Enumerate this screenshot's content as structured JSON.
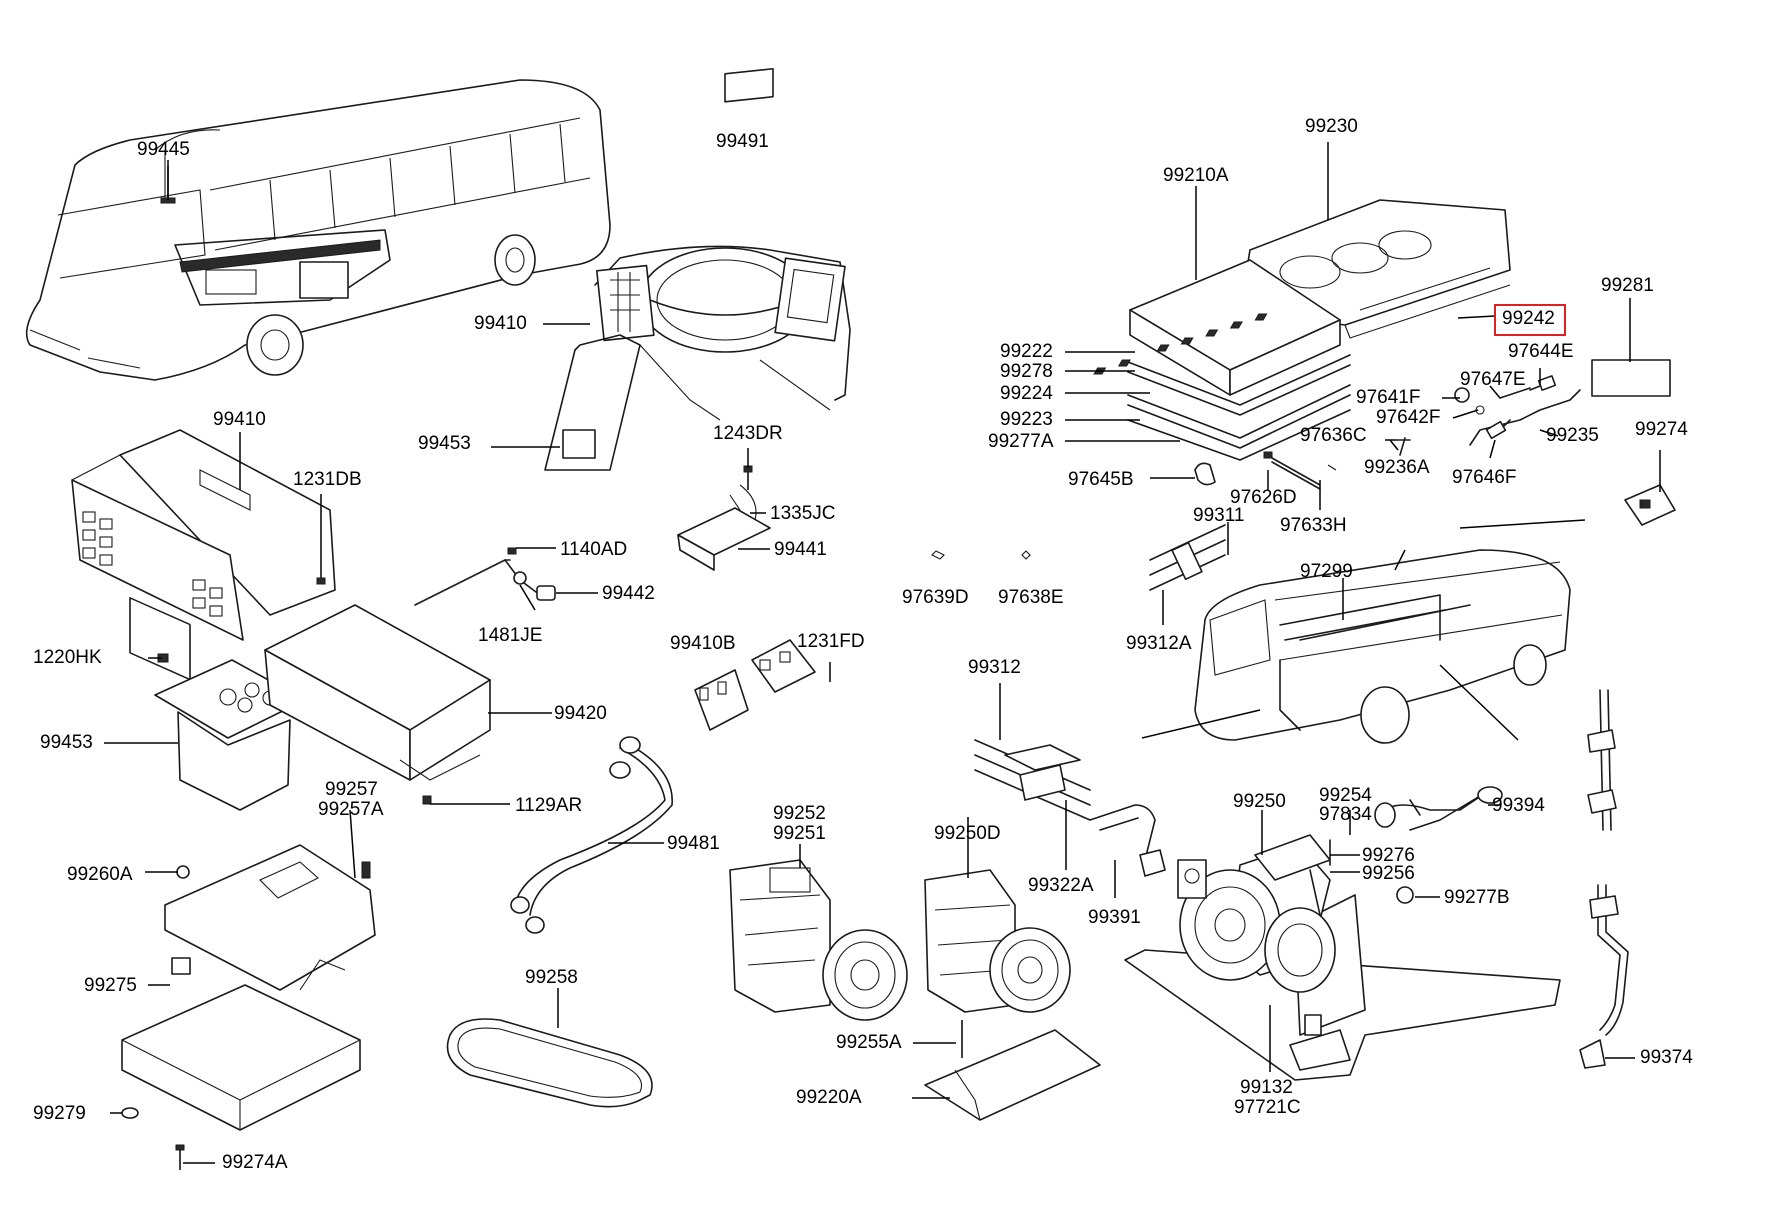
{
  "diagram": {
    "highlight_color": "#e02020",
    "highlighted_part": "99242",
    "parts": [
      "99445",
      "99491",
      "99410",
      "99453",
      "99410",
      "1231DB",
      "1243DR",
      "1335JC",
      "99441",
      "1140AD",
      "99442",
      "1481JE",
      "1220HK",
      "99453",
      "99420",
      "99410B",
      "1231FD",
      "1129AR",
      "99257",
      "99257A",
      "99481",
      "99260A",
      "99275",
      "99279",
      "99274A",
      "99258",
      "99252",
      "99251",
      "99250D",
      "99255A",
      "99220A",
      "99230",
      "99210A",
      "99281",
      "99242",
      "97644E",
      "99222",
      "99278",
      "99224",
      "99223",
      "99277A",
      "97647E",
      "97641F",
      "97642F",
      "97636C",
      "99235",
      "99274",
      "99236A",
      "97646F",
      "97645B",
      "97626D",
      "97633H",
      "99311",
      "97299",
      "97639D",
      "97638E",
      "99312A",
      "99312",
      "99322A",
      "99250",
      "99254",
      "97834",
      "99394",
      "99391",
      "99276",
      "99256",
      "99277B",
      "99132",
      "97721C",
      "99374"
    ]
  }
}
